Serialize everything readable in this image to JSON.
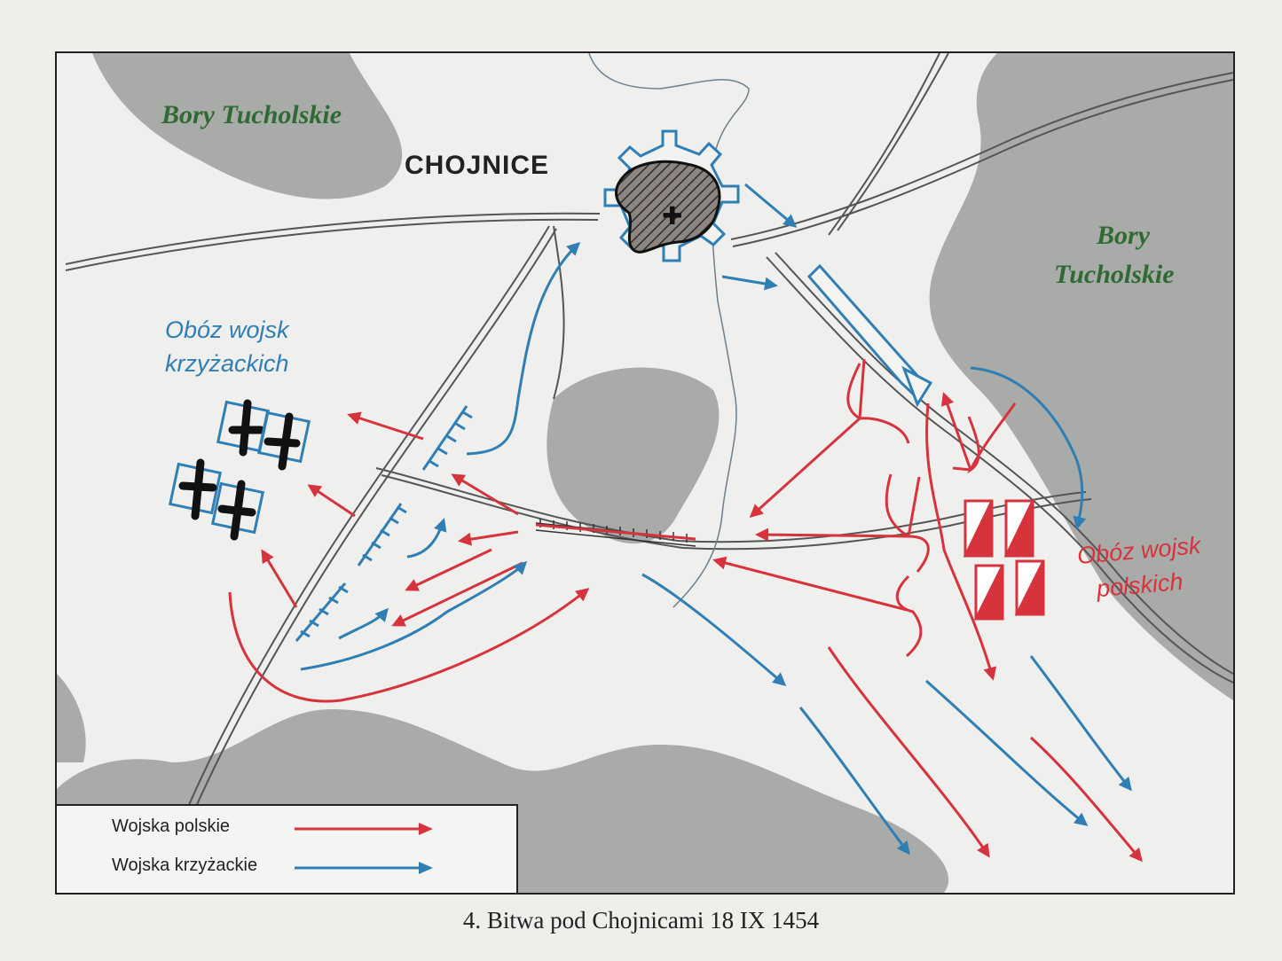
{
  "labels": {
    "forest_nw": "Bory Tucholskie",
    "forest_ne_line1": "Bory",
    "forest_ne_line2": "Tucholskie",
    "city": "CHOJNICE",
    "teutonic_camp_line1": "Obóz wojsk",
    "teutonic_camp_line2": "krzyżackich",
    "polish_camp_line1": "Obóz wojsk",
    "polish_camp_line2": "polskich"
  },
  "legend": {
    "items": [
      {
        "label": "Wojska polskie",
        "color": "#d6333d"
      },
      {
        "label": "Wojska krzyżackie",
        "color": "#2f7fb5"
      }
    ]
  },
  "caption": "4. Bitwa pod Chojnicami 18 IX 1454",
  "colors": {
    "polish": "#d6333d",
    "teutonic": "#2f7fb5",
    "forest": "#a7a9a6",
    "forest_label": "#2f6a32",
    "roads": "#555555"
  }
}
